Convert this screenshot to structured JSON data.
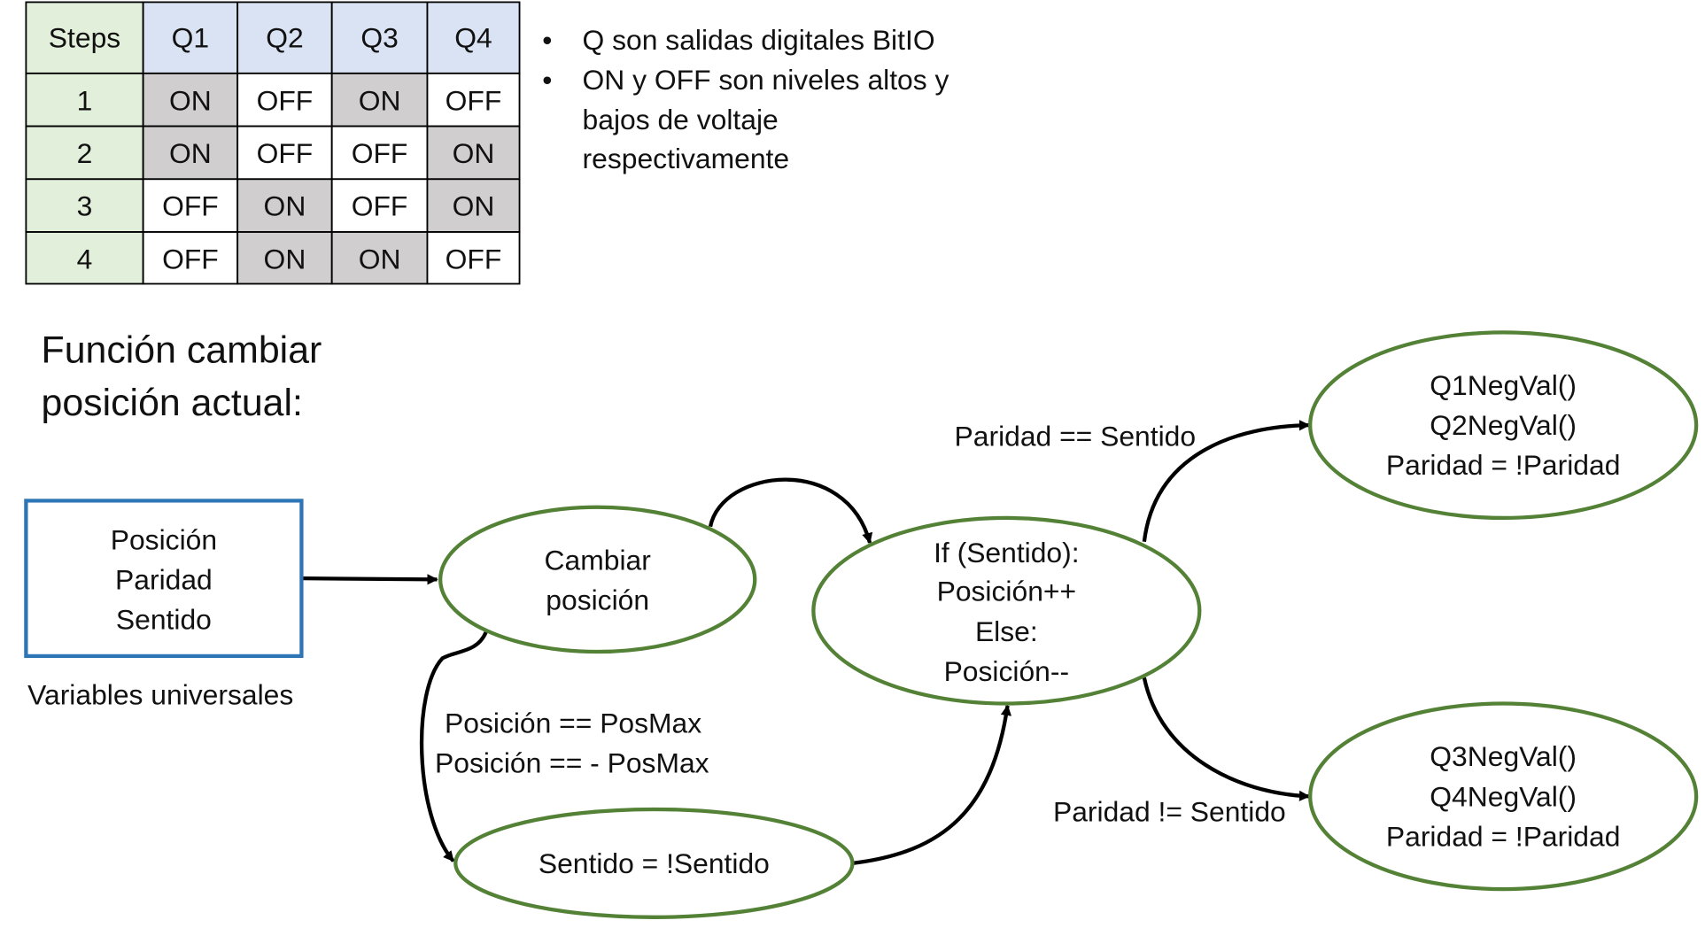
{
  "colors": {
    "header_bg": "#dae3f3",
    "step_bg": "#e2efda",
    "on_cell_bg": "#d0cece",
    "off_cell_bg": "#ffffff",
    "ellipse_stroke": "#538135",
    "rect_stroke": "#2e75b6",
    "arrow_color": "#000000",
    "text_color": "#111111"
  },
  "table": {
    "headers": [
      "Steps",
      "Q1",
      "Q2",
      "Q3",
      "Q4"
    ],
    "rows": [
      {
        "step": "1",
        "cells": [
          "ON",
          "OFF",
          "ON",
          "OFF"
        ]
      },
      {
        "step": "2",
        "cells": [
          "ON",
          "OFF",
          "OFF",
          "ON"
        ]
      },
      {
        "step": "3",
        "cells": [
          "OFF",
          "ON",
          "OFF",
          "ON"
        ]
      },
      {
        "step": "4",
        "cells": [
          "OFF",
          "ON",
          "ON",
          "OFF"
        ]
      }
    ]
  },
  "notes": {
    "bullet_1": "Q son salidas digitales BitIO",
    "bullet_2_line_1": "ON y OFF son niveles altos y",
    "bullet_2_line_2": "bajos de voltaje",
    "bullet_2_line_3": "respectivamente"
  },
  "heading": {
    "line_1": "Función cambiar",
    "line_2": "posición actual:"
  },
  "variables_box": {
    "lines": [
      "Posición",
      "Paridad",
      "Sentido"
    ],
    "caption": "Variables universales"
  },
  "nodes": {
    "cambiar": {
      "lines": [
        "Cambiar",
        "posición"
      ]
    },
    "if_node": {
      "lines": [
        "If (Sentido):",
        "Posición++",
        "Else:",
        "Posición--"
      ]
    },
    "sentido": {
      "lines": [
        "Sentido = !Sentido"
      ]
    },
    "q12": {
      "lines": [
        "Q1NegVal()",
        "Q2NegVal()",
        "Paridad = !Paridad"
      ]
    },
    "q34": {
      "lines": [
        "Q3NegVal()",
        "Q4NegVal()",
        "Paridad = !Paridad"
      ]
    }
  },
  "edge_labels": {
    "posmax_line_1": "Posición == PosMax",
    "posmax_line_2": "Posición == - PosMax",
    "paridad_eq": "Paridad == Sentido",
    "paridad_neq": "Paridad != Sentido"
  }
}
